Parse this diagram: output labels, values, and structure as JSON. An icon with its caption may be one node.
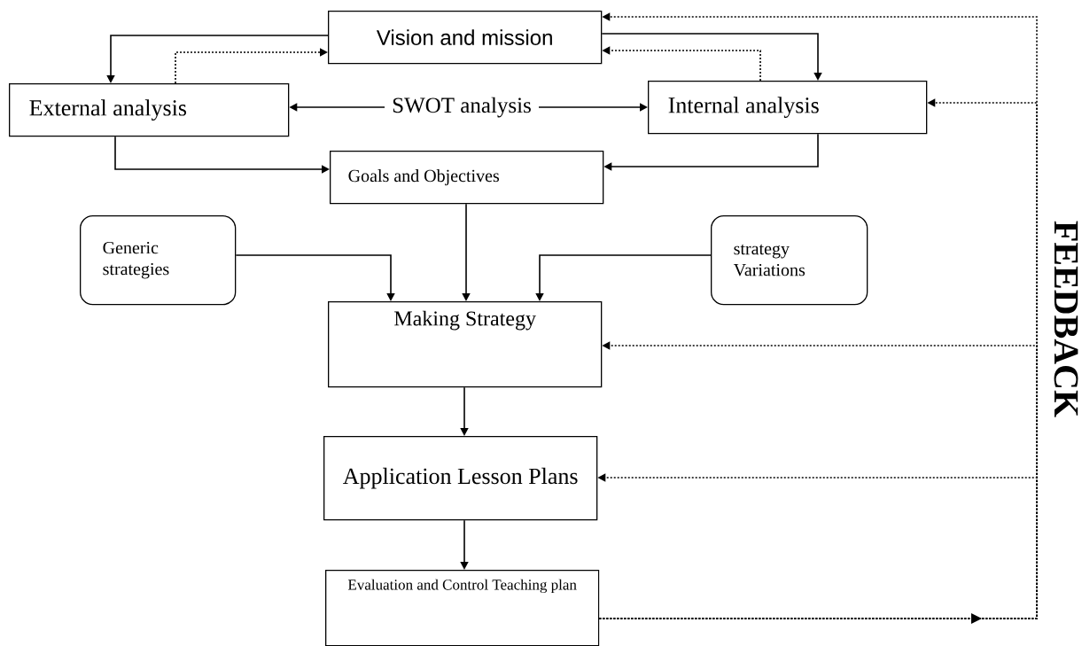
{
  "diagram": {
    "nodes": [
      {
        "text": [
          "Vision and mission"
        ]
      },
      {
        "text": [
          "External analysis"
        ]
      },
      {
        "text": [
          "SWOT analysis"
        ]
      },
      {
        "text": [
          "Internal analysis"
        ]
      },
      {
        "text": [
          "Goals and Objectives"
        ]
      },
      {
        "text": [
          "Generic strategies"
        ]
      },
      {
        "text": [
          "strategy Variations"
        ]
      },
      {
        "text": [
          "Making Strategy"
        ]
      },
      {
        "text": [
          "Application Lesson Plans"
        ]
      },
      {
        "text": [
          "Evaluation and Control Teaching plan"
        ]
      }
    ],
    "edges": [
      {
        "from": 0,
        "to": 1,
        "arrow": "to"
      },
      {
        "from": 1,
        "to": 0,
        "arrow": "to",
        "style": "dashed"
      },
      {
        "from": 0,
        "to": 3,
        "arrow": "to"
      },
      {
        "from": 3,
        "to": 0,
        "arrow": "to",
        "style": "dashed"
      },
      {
        "from": 2,
        "to": 1,
        "arrow": "to"
      },
      {
        "from": 2,
        "to": 3,
        "arrow": "to"
      },
      {
        "from": 1,
        "to": 4,
        "arrow": "to"
      },
      {
        "from": 3,
        "to": 4,
        "arrow": "to"
      },
      {
        "from": 4,
        "to": 7,
        "arrow": "to"
      },
      {
        "from": 5,
        "to": 7,
        "arrow": "to"
      },
      {
        "from": 6,
        "to": 7,
        "arrow": "to"
      },
      {
        "from": 7,
        "to": 8,
        "arrow": "to"
      },
      {
        "from": 8,
        "to": 9,
        "arrow": "to"
      },
      {
        "from": 9,
        "to": 0,
        "arrow": "to",
        "style": "dashed"
      },
      {
        "from": 9,
        "to": 3,
        "arrow": "to",
        "style": "dashed"
      },
      {
        "from": 9,
        "to": 7,
        "arrow": "to",
        "style": "dashed"
      },
      {
        "from": 9,
        "to": 8,
        "arrow": "to",
        "style": "dashed"
      }
    ],
    "labels": [
      "FEEDBACK"
    ]
  }
}
